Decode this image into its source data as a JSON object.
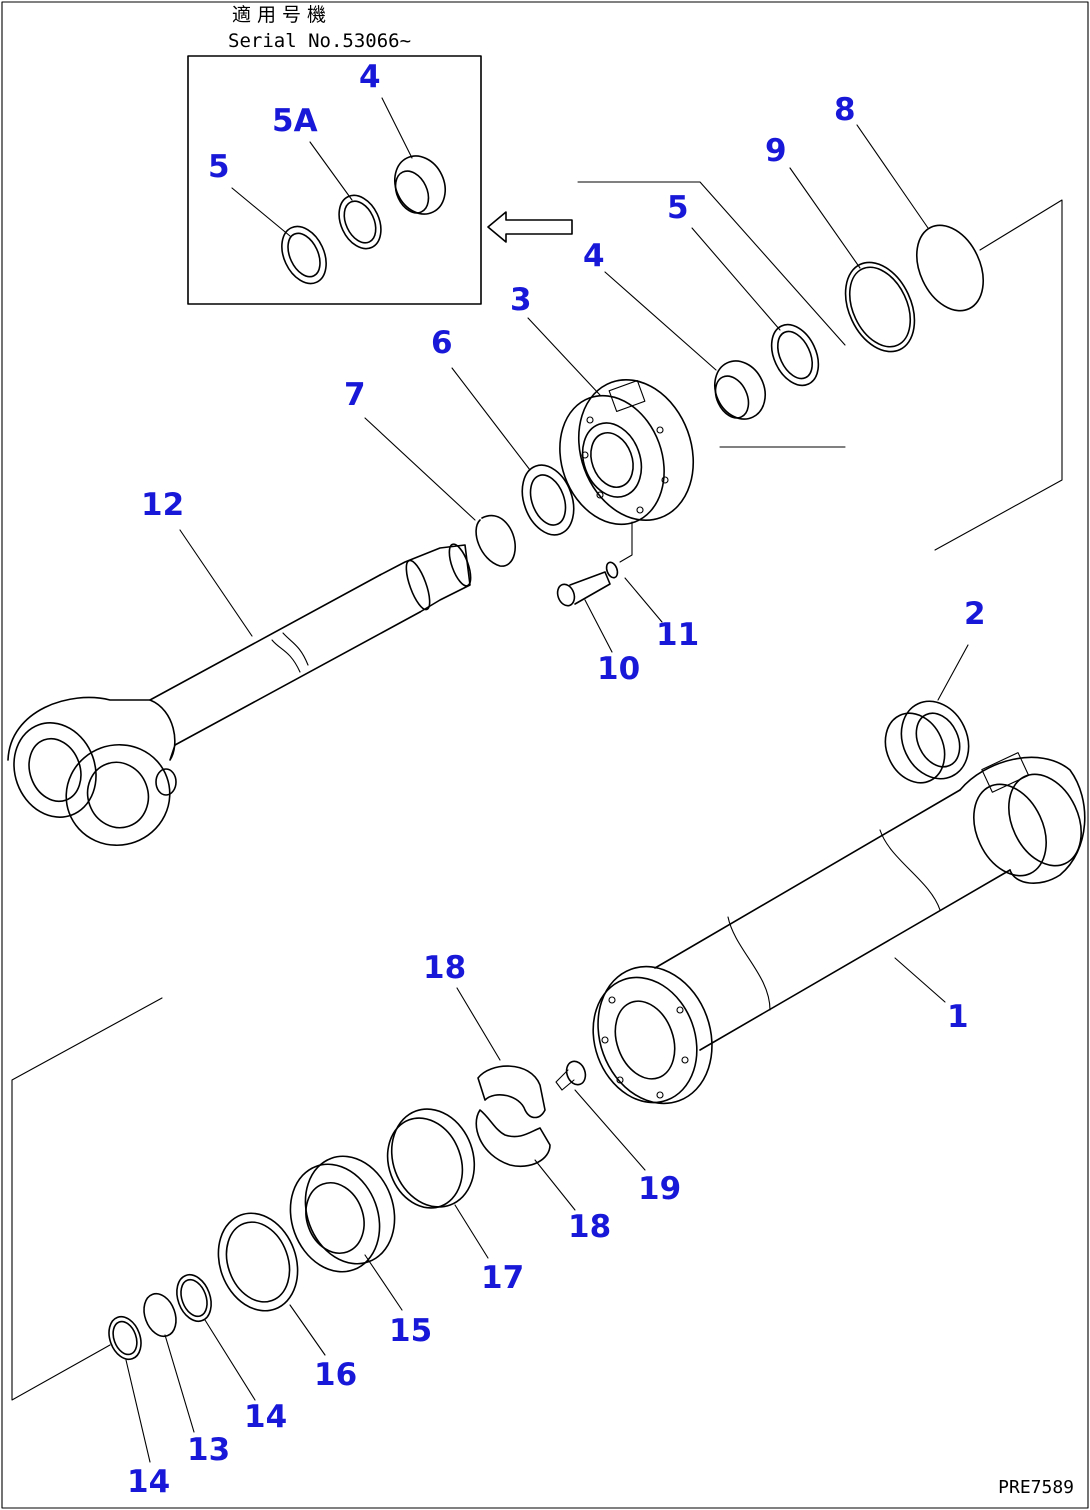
{
  "header": {
    "title_jp": "適用号機",
    "serial": "Serial No.53066~"
  },
  "drawing_code": "PRE7589",
  "callouts": [
    {
      "id": "c4-inset",
      "text": "4"
    },
    {
      "id": "c5a-inset",
      "text": "5A"
    },
    {
      "id": "c5-inset",
      "text": "5"
    },
    {
      "id": "c8",
      "text": "8"
    },
    {
      "id": "c9",
      "text": "9"
    },
    {
      "id": "c5",
      "text": "5"
    },
    {
      "id": "c4",
      "text": "4"
    },
    {
      "id": "c3",
      "text": "3"
    },
    {
      "id": "c6",
      "text": "6"
    },
    {
      "id": "c7",
      "text": "7"
    },
    {
      "id": "c12",
      "text": "12"
    },
    {
      "id": "c11",
      "text": "11"
    },
    {
      "id": "c10",
      "text": "10"
    },
    {
      "id": "c2",
      "text": "2"
    },
    {
      "id": "c1",
      "text": "1"
    },
    {
      "id": "c18a",
      "text": "18"
    },
    {
      "id": "c19",
      "text": "19"
    },
    {
      "id": "c18b",
      "text": "18"
    },
    {
      "id": "c17",
      "text": "17"
    },
    {
      "id": "c15",
      "text": "15"
    },
    {
      "id": "c16",
      "text": "16"
    },
    {
      "id": "c14a",
      "text": "14"
    },
    {
      "id": "c13",
      "text": "13"
    },
    {
      "id": "c14b",
      "text": "14"
    }
  ]
}
